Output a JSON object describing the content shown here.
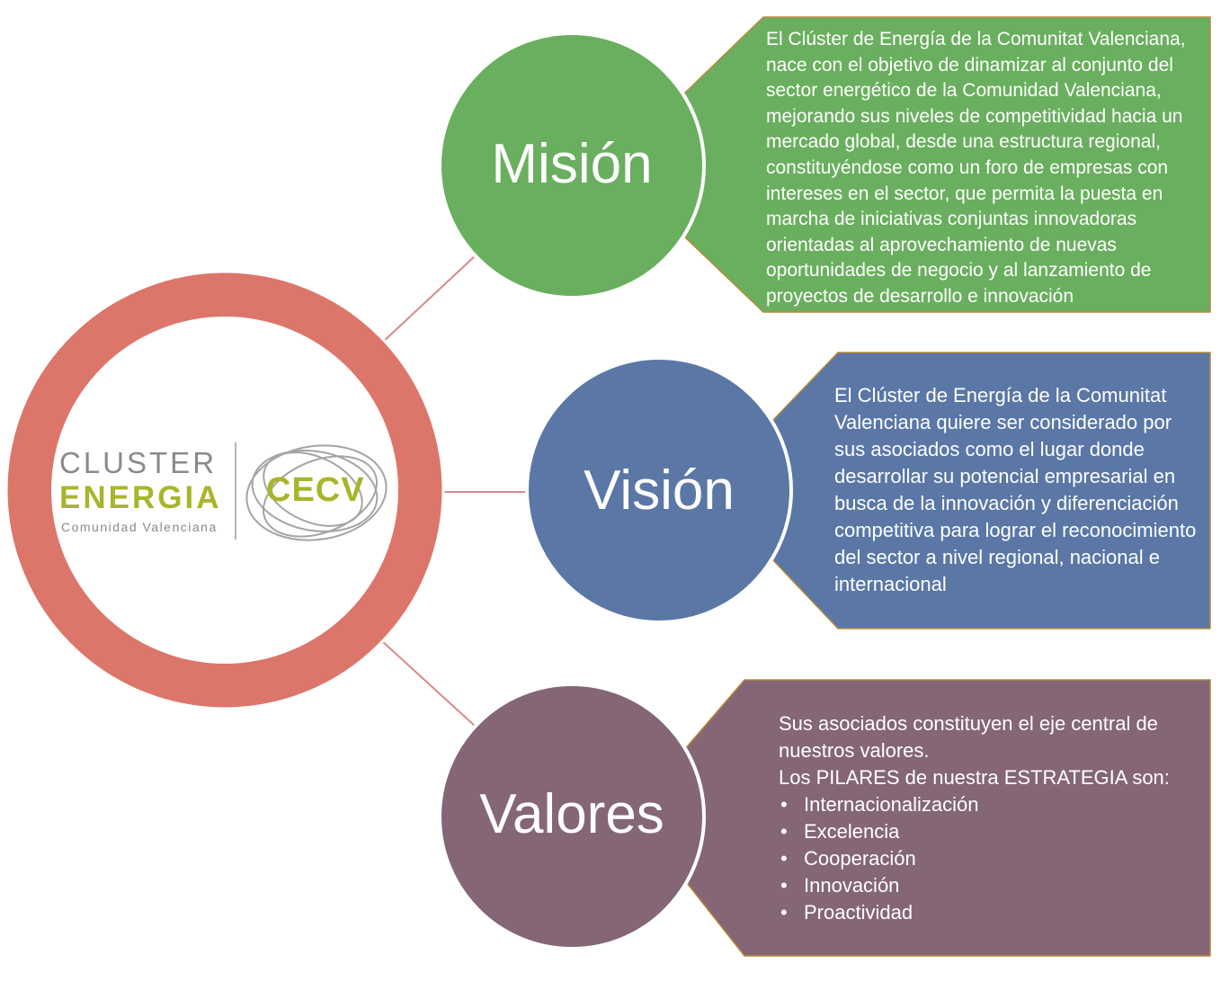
{
  "colors": {
    "hub_ring": "#dc766a",
    "mision": "#6aaf5f",
    "vision": "#5a77a6",
    "valores": "#846676",
    "connector": "#d98888",
    "logo_green": "#a7b52b",
    "logo_gray": "#8a8a8a"
  },
  "logo": {
    "line1": "CLUSTER",
    "line2": "ENERGIA",
    "line3": "Comunidad Valenciana",
    "badge": "CECV",
    "badge_icon": "intertwined-rings-icon"
  },
  "mision": {
    "label": "Misión",
    "text": "El Clúster de Energía de la Comunitat Valenciana, nace con el objetivo de dinamizar al conjunto del sector energético de la Comunidad Valenciana, mejorando sus niveles de competitividad hacia un mercado global, desde una estructura regional, constituyéndose como un foro de empresas con intereses en el sector, que permita la puesta en marcha de iniciativas conjuntas innovadoras orientadas al aprovechamiento de nuevas oportunidades de negocio y al lanzamiento de proyectos de desarrollo e innovación"
  },
  "vision": {
    "label": "Visión",
    "text": "El Clúster de Energía de la Comunitat Valenciana quiere ser considerado por sus asociados como el lugar donde desarrollar su potencial empresarial en busca de la innovación y diferenciación competitiva para lograr el reconocimiento del sector a nivel regional, nacional e internacional"
  },
  "valores": {
    "label": "Valores",
    "intro1": "Sus asociados constituyen el eje central de nuestros valores.",
    "intro2": "Los PILARES de nuestra ESTRATEGIA son:",
    "bullet": "•",
    "pillars": [
      "Internacionalización",
      "Excelencia",
      "Cooperación",
      "Innovación",
      "Proactividad"
    ]
  }
}
